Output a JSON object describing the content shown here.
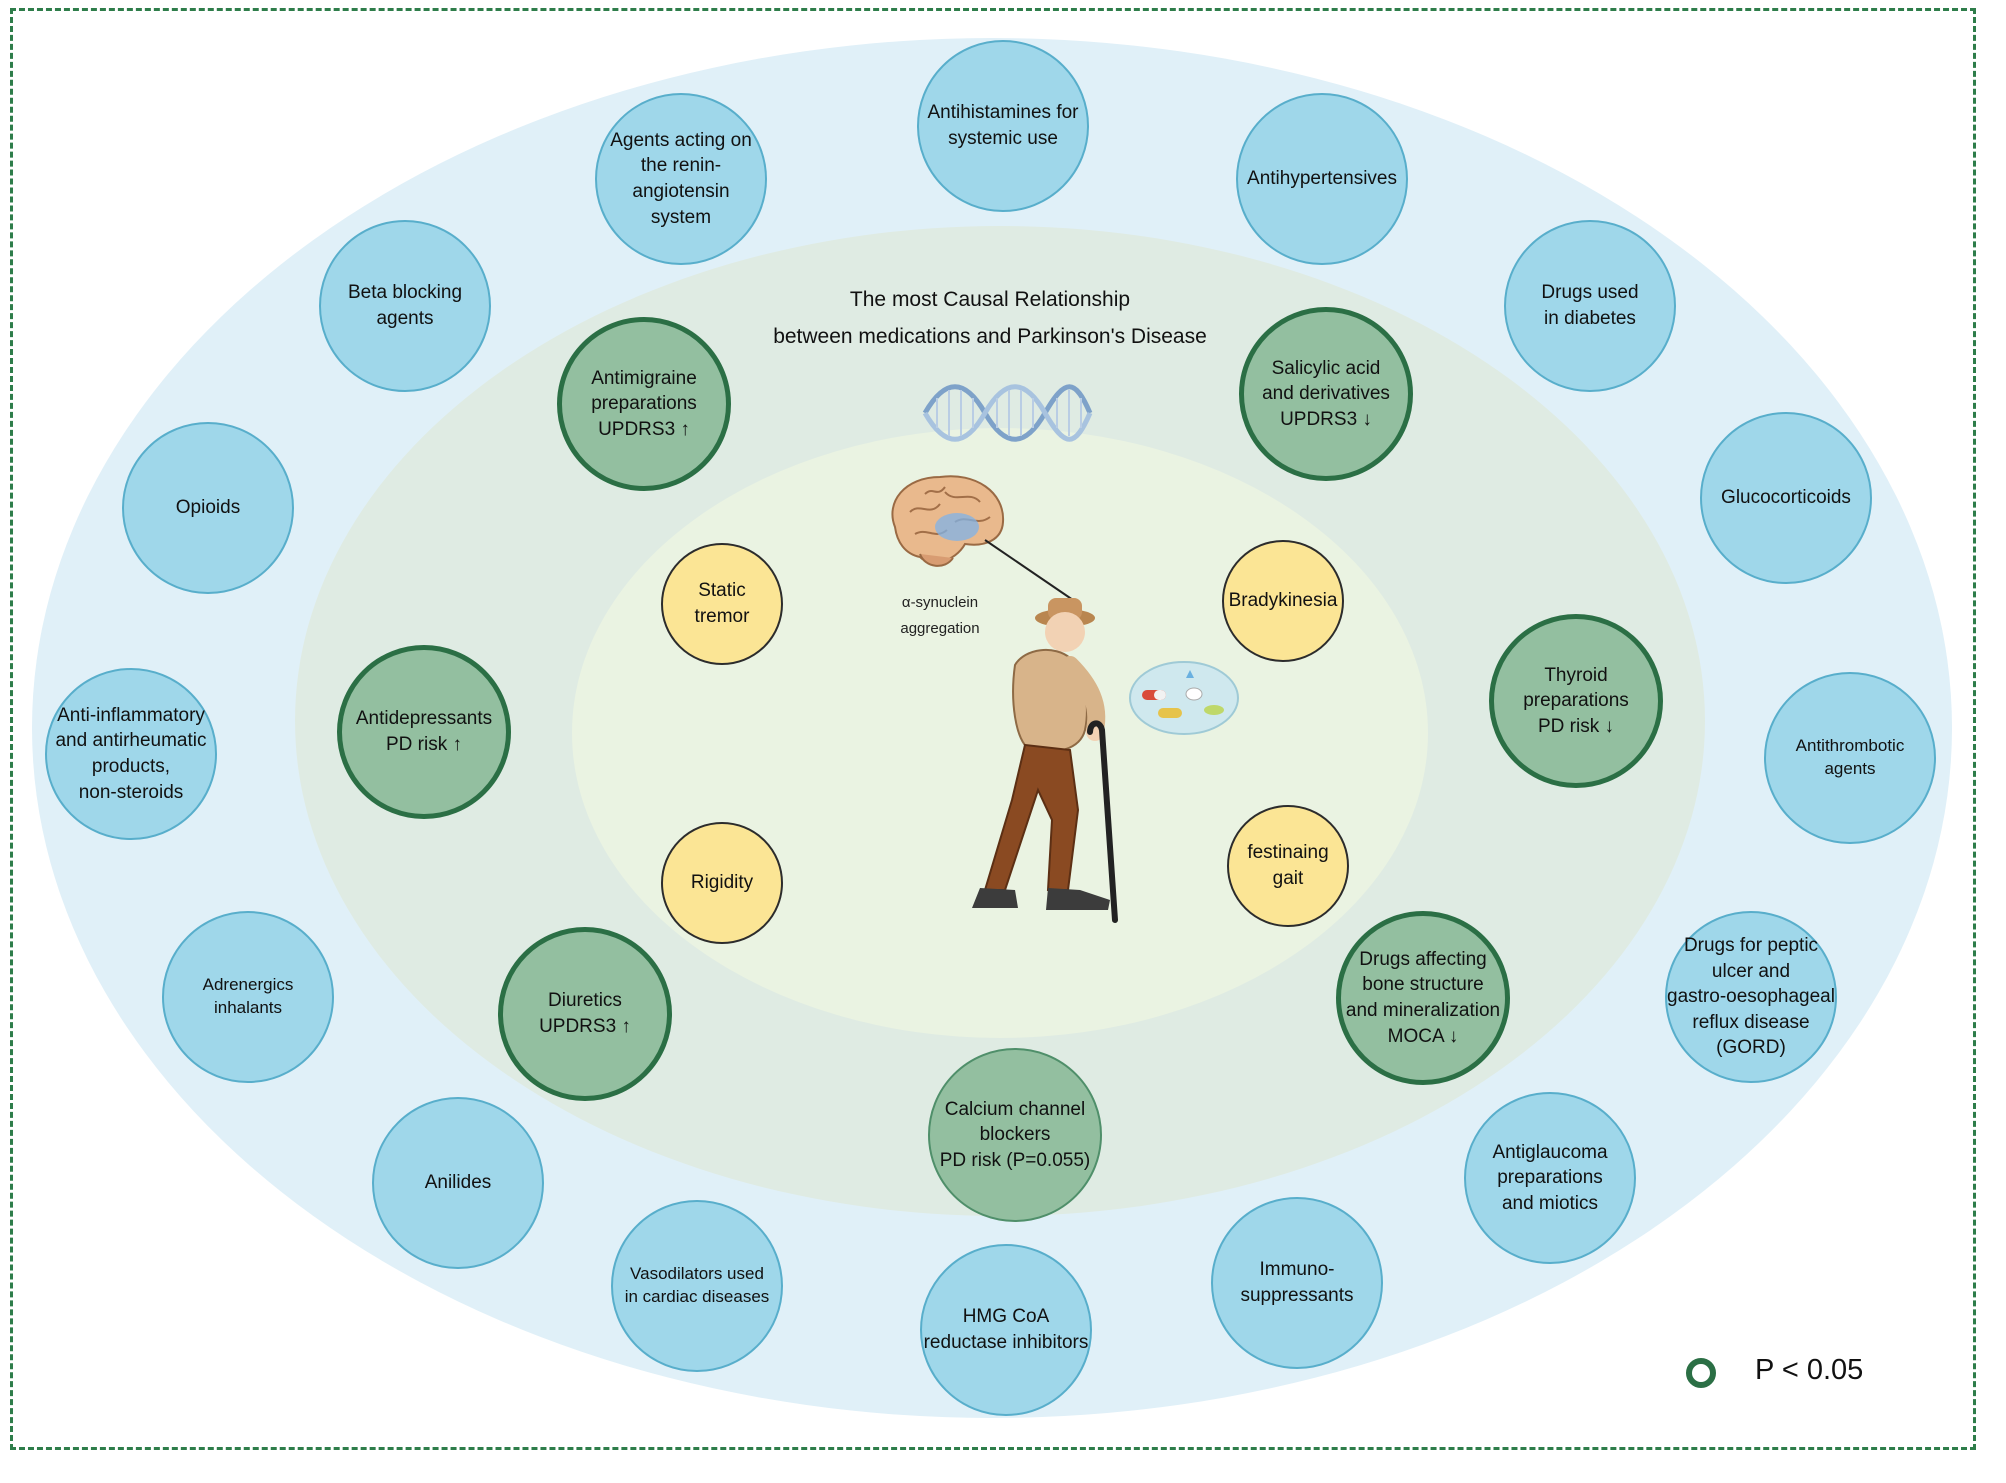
{
  "title": {
    "line1": "The most Causal Relationship",
    "line2": "between medications and Parkinson's Disease"
  },
  "center": {
    "pathology_label": "α-synuclein\naggregation"
  },
  "symptoms": [
    {
      "name": "static-tremor",
      "text": "Static\ntremor"
    },
    {
      "name": "bradykinesia",
      "text": "Bradykinesia"
    },
    {
      "name": "rigidity",
      "text": "Rigidity"
    },
    {
      "name": "festinaing-gait",
      "text": "festinaing\ngait"
    }
  ],
  "significant_medications": [
    {
      "name": "antimigraine",
      "text": "Antimigraine\npreparations\nUPDRS3 ↑"
    },
    {
      "name": "salicylic-acid",
      "text": "Salicylic acid\nand derivatives\nUPDRS3 ↓"
    },
    {
      "name": "antidepressants",
      "text": "Antidepressants\nPD risk ↑"
    },
    {
      "name": "thyroid",
      "text": "Thyroid\npreparations\nPD risk ↓"
    },
    {
      "name": "diuretics",
      "text": "Diuretics\nUPDRS3 ↑"
    },
    {
      "name": "bone-structure",
      "text": "Drugs affecting\nbone structure\nand mineralization\nMOCA ↓"
    },
    {
      "name": "calcium-channel",
      "text": "Calcium channel\nblockers\nPD risk (P=0.055)"
    }
  ],
  "other_medications": [
    {
      "name": "antihistamines",
      "text": "Antihistamines for\nsystemic use"
    },
    {
      "name": "renin-angiotensin",
      "text": "Agents acting on\nthe renin-angiotensin\nsystem"
    },
    {
      "name": "antihypertensives",
      "text": "Antihypertensives"
    },
    {
      "name": "beta-blocking",
      "text": "Beta blocking\nagents"
    },
    {
      "name": "diabetes",
      "text": "Drugs used\nin diabetes"
    },
    {
      "name": "opioids",
      "text": "Opioids"
    },
    {
      "name": "glucocorticoids",
      "text": "Glucocorticoids"
    },
    {
      "name": "anti-inflammatory",
      "text": "Anti-inflammatory\nand antirheumatic\nproducts,\nnon-steroids"
    },
    {
      "name": "antithrombotic",
      "text": "Antithrombotic\nagents"
    },
    {
      "name": "adrenergics",
      "text": "Adrenergics\ninhalants"
    },
    {
      "name": "peptic-ulcer",
      "text": "Drugs for peptic\nulcer and\ngastro-oesophageal\nreflux disease\n(GORD)"
    },
    {
      "name": "anilides",
      "text": "Anilides"
    },
    {
      "name": "antiglaucoma",
      "text": "Antiglaucoma\npreparations\nand miotics"
    },
    {
      "name": "vasodilators",
      "text": "Vasodilators used\nin cardiac diseases"
    },
    {
      "name": "immunosuppressants",
      "text": "Immuno-\nsuppressants"
    },
    {
      "name": "hmg-coa",
      "text": "HMG CoA\nreductase inhibitors"
    }
  ],
  "legend": {
    "label": "P < 0.05"
  },
  "colors": {
    "outer_ring": "#e0f0f8",
    "middle_ring": "#dfebe3",
    "inner_ring": "#eaf3e2",
    "blue_node": "#9fd7ea",
    "green_node": "#93bfa0",
    "green_border": "#2b6f45",
    "yellow_node": "#fbe595"
  }
}
